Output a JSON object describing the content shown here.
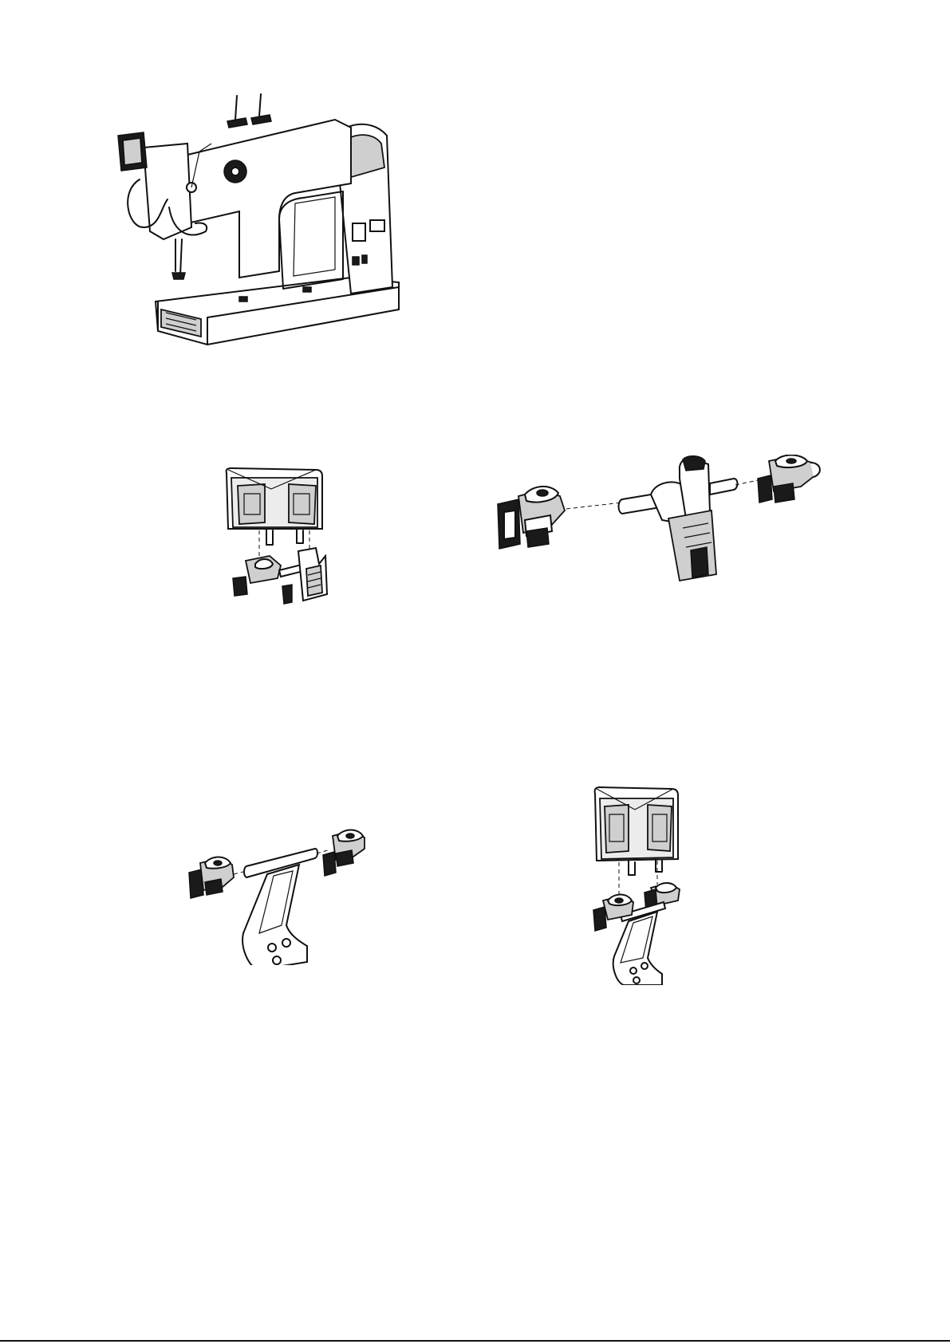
{
  "page": {
    "figures": [
      {
        "icon": "sewing-machine-illustration"
      },
      {
        "icon": "tablet-mount-assembly-illustration"
      },
      {
        "icon": "mount-clamps-and-rod-exploded-illustration"
      },
      {
        "icon": "bracket-and-clamps-exploded-illustration"
      },
      {
        "icon": "tablet-on-bracket-assembly-illustration"
      }
    ]
  }
}
